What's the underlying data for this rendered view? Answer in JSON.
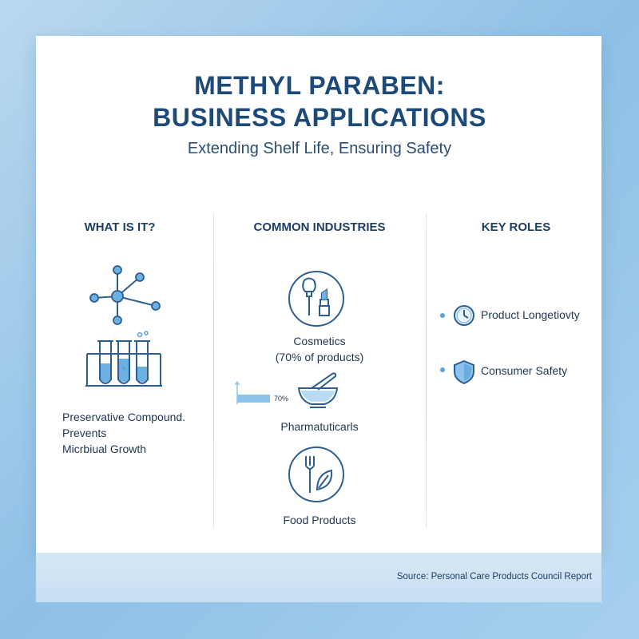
{
  "header": {
    "title_line1": "METHYL PARABEN:",
    "title_line2": "BUSINESS APPLICATIONS",
    "subtitle": "Extending Shelf Life, Ensuring Safety"
  },
  "columns": {
    "what": {
      "heading": "WHAT IS IT?",
      "desc_line1": "Preservative Compound.",
      "desc_line2": "Prevents",
      "desc_line3": "Micrbiual Growth"
    },
    "industries": {
      "heading": "COMMON INDUSTRIES",
      "items": [
        {
          "label_line1": "Cosmetics",
          "label_line2": "(70% of products)",
          "icon": "makeup-brush-lipstick-icon"
        },
        {
          "label_line1": "Pharmatuticarls",
          "icon": "mortar-pestle-icon"
        },
        {
          "label_line1": "Food Products",
          "icon": "fork-leaf-icon"
        }
      ],
      "mini_bar_label": "70%",
      "mini_bar_value": 0.7
    },
    "roles": {
      "heading": "KEY ROLES",
      "items": [
        {
          "label": "Product Longetiovty",
          "icon": "clock-icon"
        },
        {
          "label": "Consumer Safety",
          "icon": "shield-icon"
        }
      ]
    }
  },
  "footer": {
    "source": "Source: Personal Care Products Council Report"
  },
  "colors": {
    "primary": "#1d4a78",
    "accent": "#5aa3d8",
    "icon_stroke": "#2c5f8f",
    "background": "#a7d0ee"
  }
}
